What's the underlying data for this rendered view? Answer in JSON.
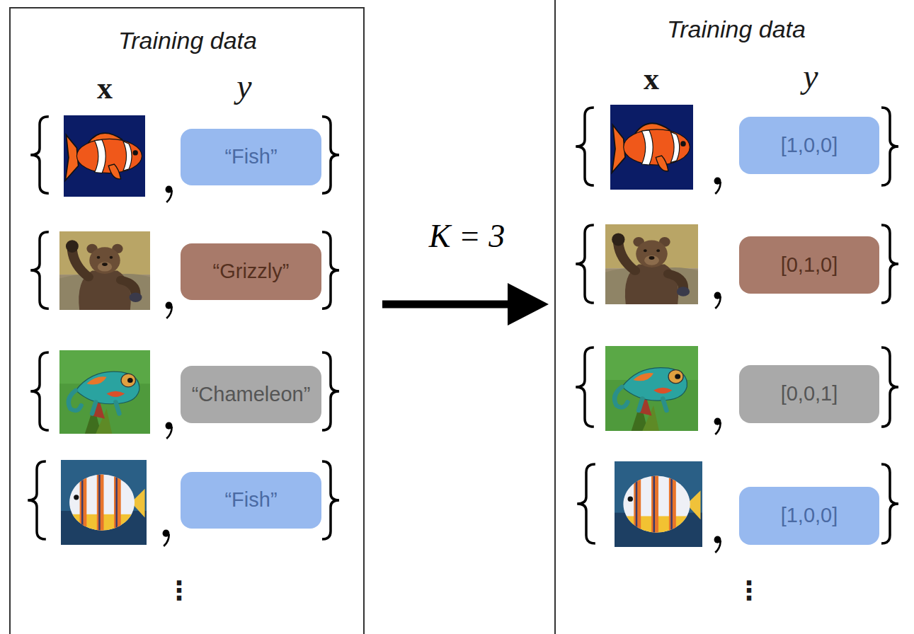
{
  "diagram": {
    "nodes": [
      {
        "text": [
          "Training data",
          "x",
          "y",
          "⋮"
        ]
      },
      {
        "text": [
          "“Fish”"
        ],
        "in": 0
      },
      {
        "text": [
          "“Grizzly”"
        ],
        "in": 0
      },
      {
        "text": [
          "“Chameleon”"
        ],
        "in": 0
      },
      {
        "text": [
          "“Fish”"
        ],
        "in": 0
      },
      {
        "text": [
          "Training data",
          "x",
          "y",
          "⋮"
        ]
      },
      {
        "text": [
          "[1,0,0]"
        ],
        "in": 5
      },
      {
        "text": [
          "[0,1,0]"
        ],
        "in": 5
      },
      {
        "text": [
          "[0,0,1]"
        ],
        "in": 5
      },
      {
        "text": [
          "[1,0,0]"
        ],
        "in": 5
      }
    ],
    "edges": [
      {
        "from": 0,
        "to": 5,
        "arrow": "to",
        "label": "K = 3"
      }
    ]
  }
}
